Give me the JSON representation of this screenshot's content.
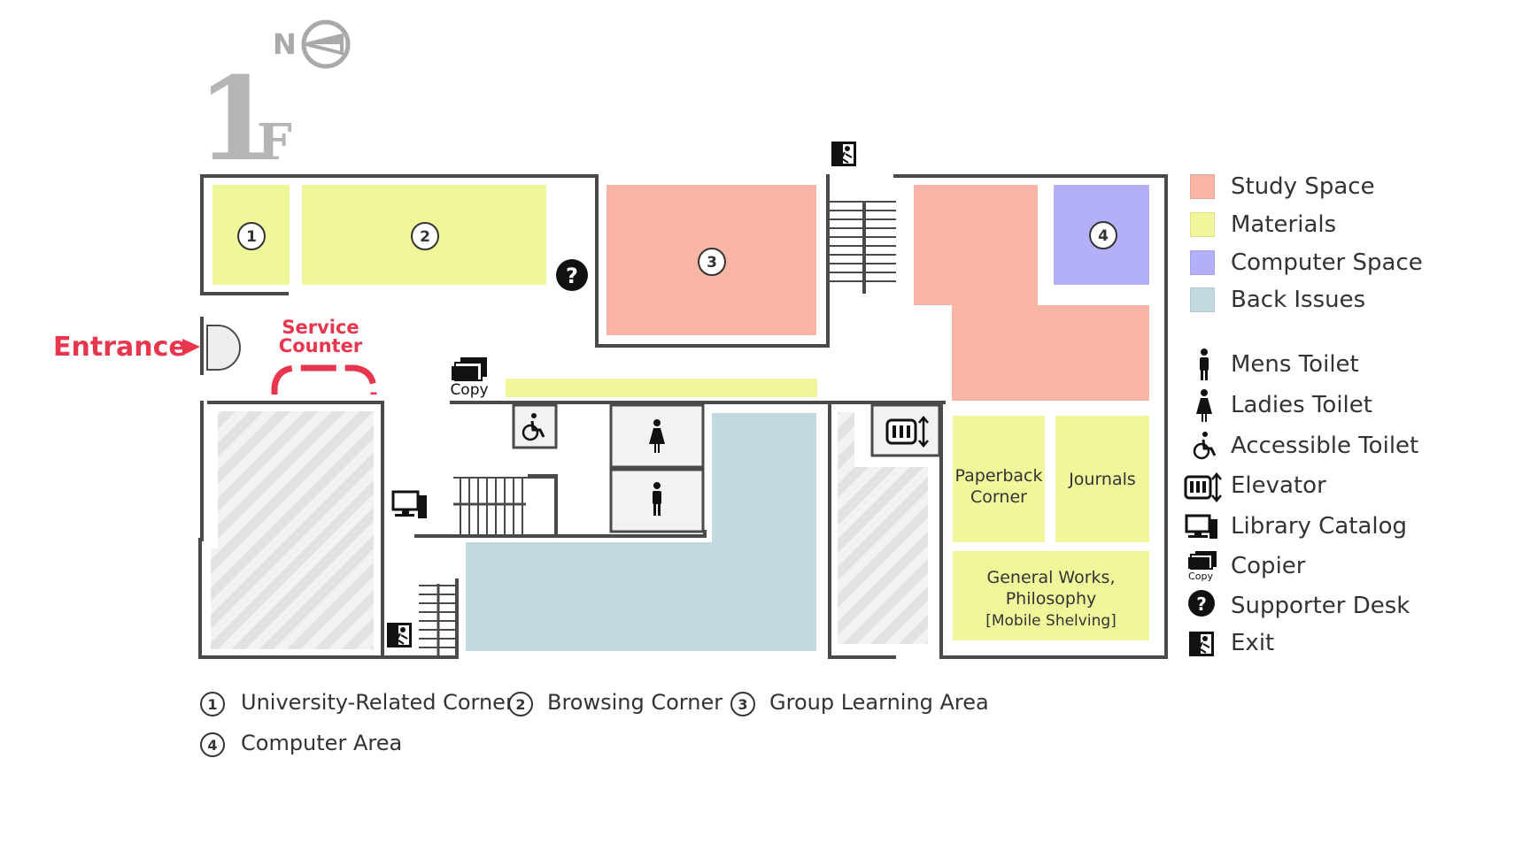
{
  "floor": {
    "number": "1",
    "suffix": "F"
  },
  "compass": {
    "label": "N"
  },
  "entrance": {
    "label": "Entrance",
    "marker": "▶"
  },
  "service_counter": {
    "line1": "Service",
    "line2": "Counter"
  },
  "areas": {
    "paperback": {
      "line1": "Paperback",
      "line2": "Corner"
    },
    "journals": {
      "label": "Journals"
    },
    "general": {
      "line1": "General Works,",
      "line2": "Philosophy",
      "line3": "[Mobile Shelving]"
    },
    "copy_label": "Copy",
    "numbers": [
      "1",
      "2",
      "3",
      "4"
    ]
  },
  "legend": {
    "colors": [
      {
        "label": "Study Space",
        "color": "#f9b5a4"
      },
      {
        "label": "Materials",
        "color": "#f0f79a"
      },
      {
        "label": "Computer Space",
        "color": "#b4b0f7"
      },
      {
        "label": "Back Issues",
        "color": "#c3d9e2"
      }
    ],
    "icons": [
      {
        "label": "Mens Toilet",
        "icon": "mens-toilet-icon"
      },
      {
        "label": "Ladies Toilet",
        "icon": "ladies-toilet-icon"
      },
      {
        "label": "Accessible Toilet",
        "icon": "accessible-toilet-icon"
      },
      {
        "label": "Elevator",
        "icon": "elevator-icon"
      },
      {
        "label": "Library Catalog",
        "icon": "library-catalog-icon"
      },
      {
        "label": "Copier",
        "icon": "copier-icon",
        "icon_text": "Copy"
      },
      {
        "label": "Supporter Desk",
        "icon": "supporter-desk-icon",
        "icon_text": "?"
      },
      {
        "label": "Exit",
        "icon": "exit-icon"
      }
    ]
  },
  "key": [
    {
      "num": "1",
      "label": "University-Related Corner"
    },
    {
      "num": "2",
      "label": "Browsing Corner"
    },
    {
      "num": "3",
      "label": "Group Learning Area"
    },
    {
      "num": "4",
      "label": "Computer Area"
    }
  ],
  "colors": {
    "study": "#f9b5a4",
    "materials": "#f0f79a",
    "computer": "#b4b0f7",
    "back_issues": "#c3d9e2",
    "wall": "#4a4a4a",
    "accent": "#e8364f",
    "floor_label": "#b5b5b5"
  }
}
